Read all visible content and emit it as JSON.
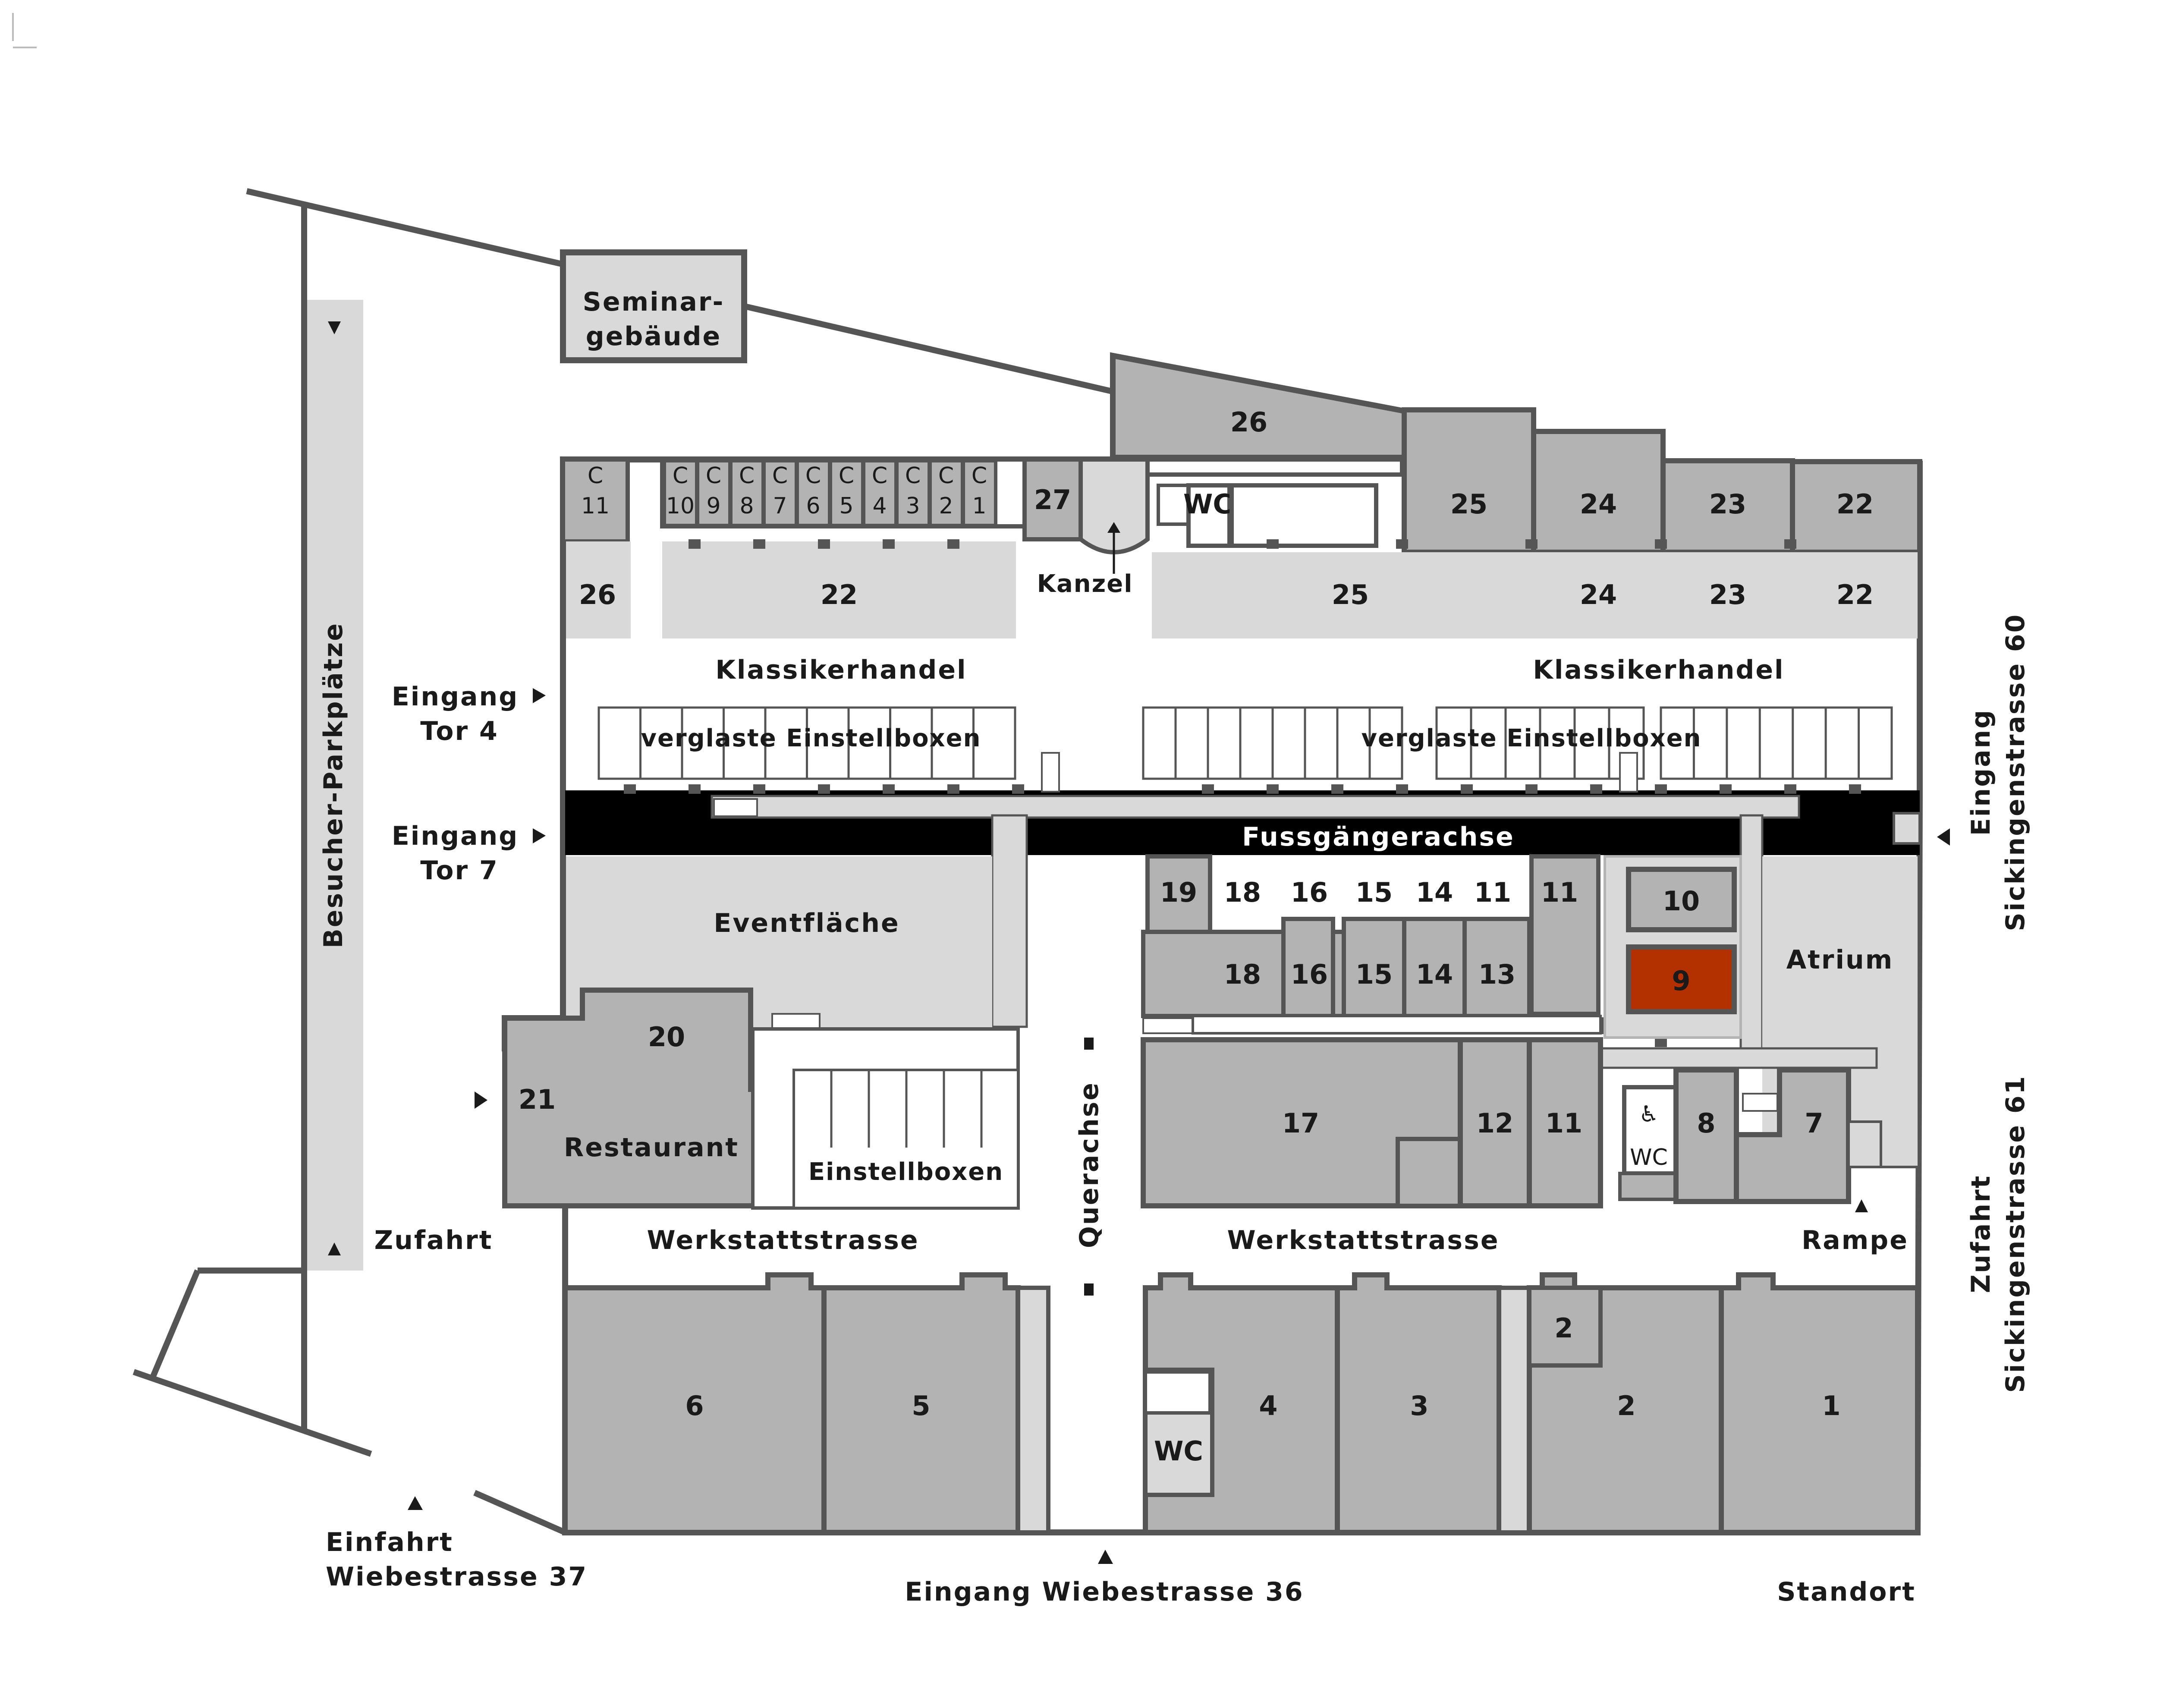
{
  "colors": {
    "outline": "#555555",
    "unit_dark": "#b3b3b3",
    "unit_light": "#d9d9d9",
    "axis": "#000000",
    "highlight": "#b33000",
    "background": "#ffffff"
  },
  "labels": {
    "seminar_1": "Seminar-",
    "seminar_2": "gebäude",
    "parking": "Besucher-Parkplätze",
    "kanzel": "Kanzel",
    "klassikerhandel": "Klassikerhandel",
    "verglaste_einstellboxen": "verglaste Einstellboxen",
    "fussgaengerachse": "Fussgängerachse",
    "eventflaeche": "Eventfläche",
    "restaurant": "Restaurant",
    "einstellboxen": "Einstellboxen",
    "querachse": "Querachse",
    "werkstattstrasse": "Werkstattstrasse",
    "zufahrt": "Zufahrt",
    "rampe": "Rampe",
    "atrium": "Atrium",
    "standort": "Standort",
    "wc": "WC",
    "entrance_tor4_1": "Eingang",
    "entrance_tor4_2": "Tor 4",
    "entrance_tor7_1": "Eingang",
    "entrance_tor7_2": "Tor 7",
    "einfahrt_1": "Einfahrt",
    "einfahrt_2": "Wiebestrasse 37",
    "eingang_wiebe": "Eingang Wiebestrasse 36",
    "eingang_sick_1": "Eingang",
    "eingang_sick_2": "Sickingenstrasse 60",
    "zufahrt_sick_1": "Zufahrt",
    "zufahrt_sick_2": "Sickingenstrasse 61"
  },
  "c_boxes": {
    "prefix": "C",
    "numbers": [
      "11",
      "10",
      "9",
      "8",
      "7",
      "6",
      "5",
      "4",
      "3",
      "2",
      "1"
    ]
  },
  "units": {
    "u26_top": "26",
    "u27": "27",
    "u25_top": "25",
    "u24_top": "24",
    "u23_top": "23",
    "u22_top": "22",
    "u26_row": "26",
    "u22_left": "22",
    "u25_row": "25",
    "u24_row": "24",
    "u23_row": "23",
    "u22_row": "22",
    "u19": "19",
    "u18_a": "18",
    "u16_a": "16",
    "u15_a": "15",
    "u14_a": "14",
    "u11_a": "11",
    "u11_b": "11",
    "u18_b": "18",
    "u16_b": "16",
    "u15_b": "15",
    "u14_b": "14",
    "u13": "13",
    "u10": "10",
    "u9": "9",
    "u20": "20",
    "u21": "21",
    "u17": "17",
    "u12": "12",
    "u11_c": "11",
    "u8": "8",
    "u7": "7",
    "u6": "6",
    "u5": "5",
    "u4": "4",
    "u3": "3",
    "u2_small": "2",
    "u2": "2",
    "u1": "1"
  }
}
